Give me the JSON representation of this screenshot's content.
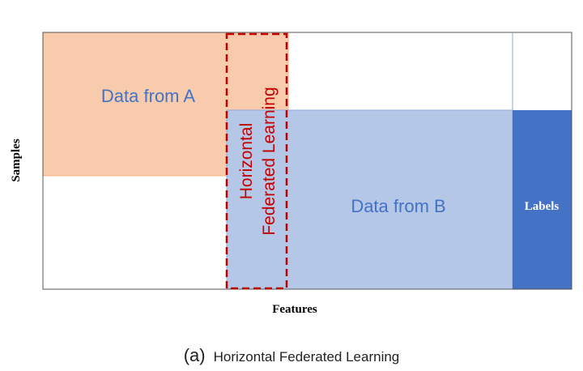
{
  "regions": {
    "data_a_label": "Data from A",
    "data_b_label": "Data from B",
    "labels_label": "Labels"
  },
  "highlight": {
    "line1": "Horizontal",
    "line2": "Federated Learning"
  },
  "axes": {
    "x_label": "Features",
    "y_label": "Samples"
  },
  "caption": {
    "letter": "(a)",
    "text": "Horizontal Federated Learning"
  },
  "colors": {
    "data_a_fill": "#f8cbad",
    "data_b_fill": "#b4c7e7",
    "labels_fill": "#4472c4",
    "highlight_stroke": "#c00000",
    "region_text": "#4472c4"
  }
}
